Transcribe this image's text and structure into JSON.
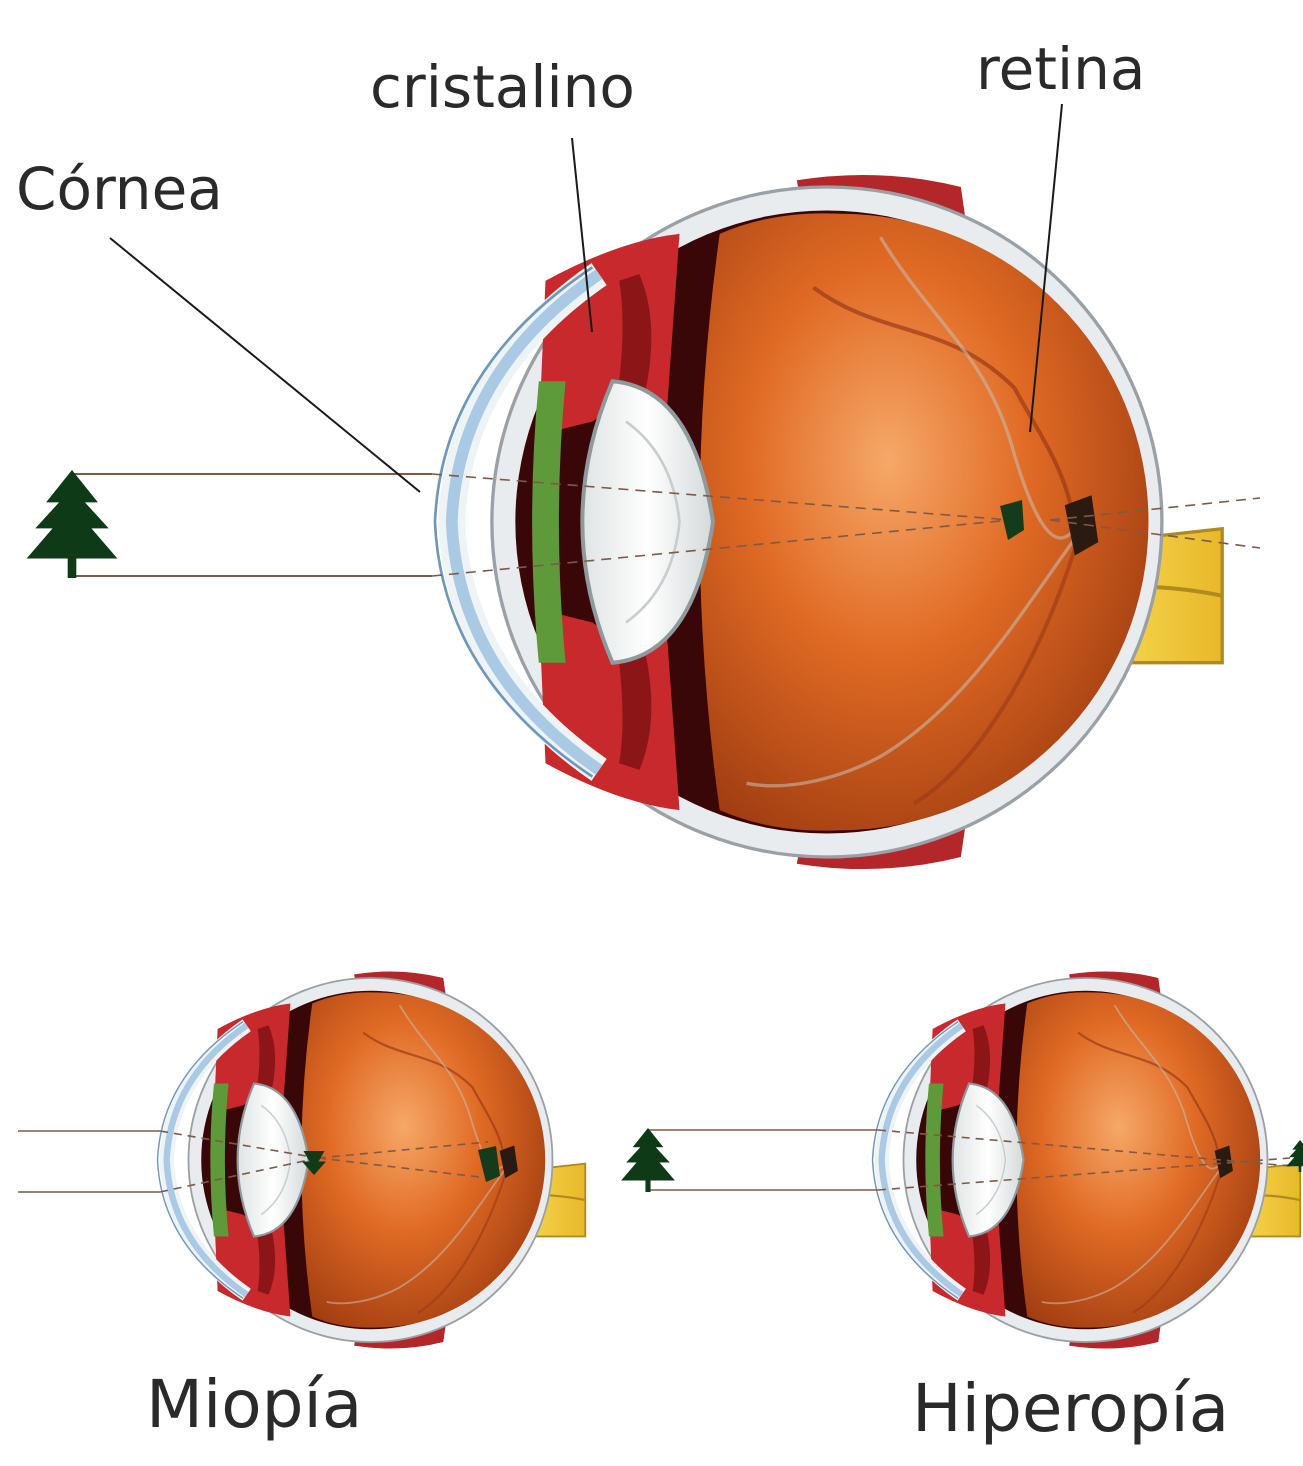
{
  "labels": {
    "cornea": "Córnea",
    "lens": "cristalino",
    "retina": "retina",
    "myopia": "Miopía",
    "hyperopia": "Hiperopía"
  },
  "icons": {
    "object": "tree-icon",
    "eye": "eyeball-cross-section-icon"
  },
  "colors": {
    "sclera": "#e9ecee",
    "choroid": "#3a0708",
    "vitreous": "#e06a24",
    "iris_red": "#c7292c",
    "ciliary_green": "#5e9a3a",
    "lens": "#eef1f1",
    "cornea_blue": "#a9c9e4",
    "optic_nerve": "#f4d23b",
    "tree": "#0f3a18",
    "ray_line": "#7d5a48"
  }
}
